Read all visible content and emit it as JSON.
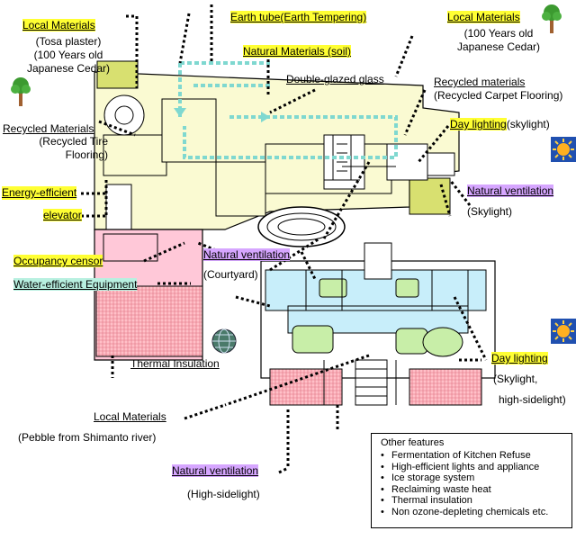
{
  "labels": {
    "local_materials_top_left": {
      "title": "Local Materials",
      "lines": [
        "(Tosa plaster)",
        "(100 Years old",
        "Japanese Cedar)"
      ]
    },
    "earth_tube": {
      "title": "Earth tube(Earth Tempering)"
    },
    "local_materials_top_right": {
      "title": "Local Materials",
      "lines": [
        "(100 Years old",
        "Japanese Cedar)"
      ]
    },
    "natural_materials_soil": {
      "title": "Natural Materials (soil)"
    },
    "double_glazed": {
      "title": "Double-glazed glass"
    },
    "recycled_carpet": {
      "title": "Recycled materials",
      "sub": "(Recycled Carpet Flooring)"
    },
    "recycled_tire": {
      "title": "Recycled Materials",
      "lines": [
        "(Recycled Tire",
        "Flooring)"
      ]
    },
    "day_lighting_skylight": {
      "title": "Day lighting",
      "suffix": "(skylight)"
    },
    "energy_efficient": {
      "line1": "Energy-efficient",
      "line2": "elevator"
    },
    "natural_vent_skylight": {
      "title": "Natural ventilation",
      "sub": "(Skylight)"
    },
    "occupancy": {
      "title": "Occupancy censor"
    },
    "natural_vent_courtyard": {
      "title": "Natural ventilation",
      "sub": "(Courtyard)"
    },
    "water_efficient": {
      "title": "Water-efficient Equipment"
    },
    "day_lighting_side": {
      "title": "Day lighting",
      "lines": [
        "(Skylight,",
        "high-sidelight)"
      ]
    },
    "thermal_insulation": {
      "title": "Thermal Insulation"
    },
    "local_materials_pebble": {
      "title": "Local Materials",
      "sub": "(Pebble from Shimanto river)"
    },
    "natural_vent_high": {
      "title": "Natural ventilation",
      "sub": "(High-sidelight)"
    }
  },
  "other_features": {
    "title": "Other features",
    "items": [
      "Fermentation of Kitchen Refuse",
      "High-efficient lights and appliance",
      "Ice storage system",
      "Reclaiming waste heat",
      "Thermal insulation",
      "Non ozone-depleting chemicals etc."
    ]
  },
  "colors": {
    "label_yellow": "#ffff33",
    "label_purple": "#d6a6ff",
    "label_green": "#b8f0e0",
    "floor_cream": "#fafad2",
    "zone_pink": "#ffc8d8",
    "zone_light_blue": "#c8eefa",
    "zone_green": "#c8eea8",
    "air_path": "#7fd8d0"
  },
  "icons": [
    "tree-icon",
    "sun-icon",
    "globe-icon"
  ]
}
